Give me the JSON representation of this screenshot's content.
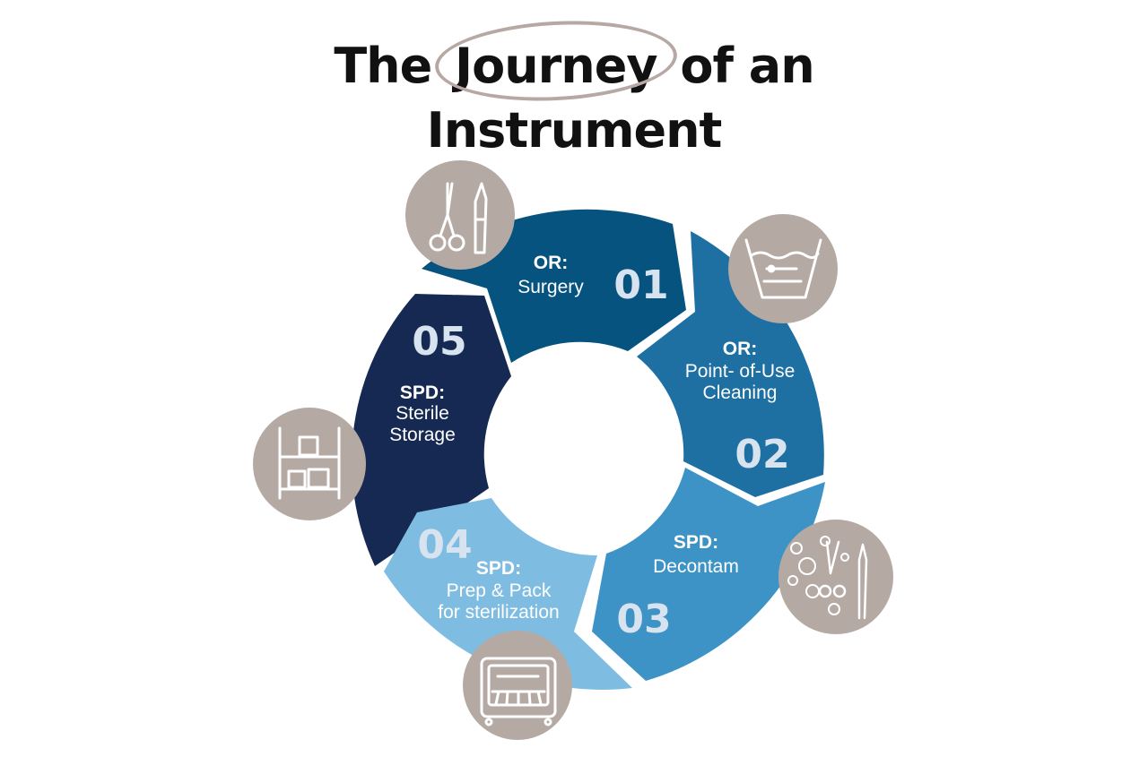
{
  "title": {
    "before": "The",
    "highlight": "Journey",
    "after": "of an",
    "line2": "Instrument"
  },
  "colors": {
    "s01": "#06537f",
    "s02": "#1e6fa2",
    "s03": "#3d93c5",
    "s04": "#7fbce2",
    "s05": "#162952",
    "icon_circle": "#b5a9a4",
    "number": "#d7e3ee"
  },
  "steps": [
    {
      "number": "01",
      "label_bold": "OR:",
      "label": [
        "Surgery"
      ],
      "icon": "scissors-scalpel-icon"
    },
    {
      "number": "02",
      "label_bold": "OR:",
      "label": [
        "Point- of-Use",
        "Cleaning"
      ],
      "icon": "cleaning-basin-icon"
    },
    {
      "number": "03",
      "label_bold": "SPD:",
      "label": [
        "Decontam"
      ],
      "icon": "bubbles-instruments-icon"
    },
    {
      "number": "04",
      "label_bold": "SPD:",
      "label": [
        "Prep & Pack",
        "for sterilization"
      ],
      "icon": "sterilizer-icon"
    },
    {
      "number": "05",
      "label_bold": "SPD:",
      "label": [
        "Sterile",
        "Storage"
      ],
      "icon": "storage-shelf-icon"
    }
  ]
}
